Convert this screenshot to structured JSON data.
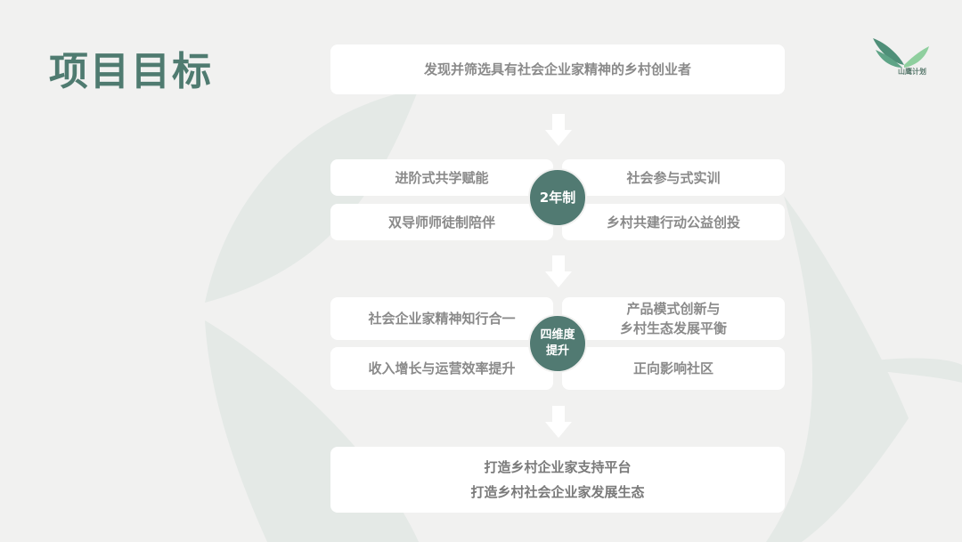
{
  "title": "项目目标",
  "logo": {
    "text": "山鹰计划"
  },
  "top_box": "发现并筛选具有社会企业家精神的乡村创业者",
  "stage1": {
    "center": "2年制",
    "items": [
      "进阶式共学赋能",
      "社会参与式实训",
      "双导师师徒制陪伴",
      "乡村共建行动公益创投"
    ]
  },
  "stage2": {
    "center_line1": "四维度",
    "center_line2": "提升",
    "items": [
      "社会企业家精神知行合一",
      "产品模式创新与",
      "乡村生态发展平衡",
      "收入增长与运营效率提升",
      "正向影响社区"
    ]
  },
  "bottom_box": {
    "line1": "打造乡村企业家支持平台",
    "line2": "打造乡村社会企业家发展生态"
  },
  "colors": {
    "accent": "#517a72",
    "text": "#8a8a8a",
    "bg": "#f1f1f0"
  }
}
